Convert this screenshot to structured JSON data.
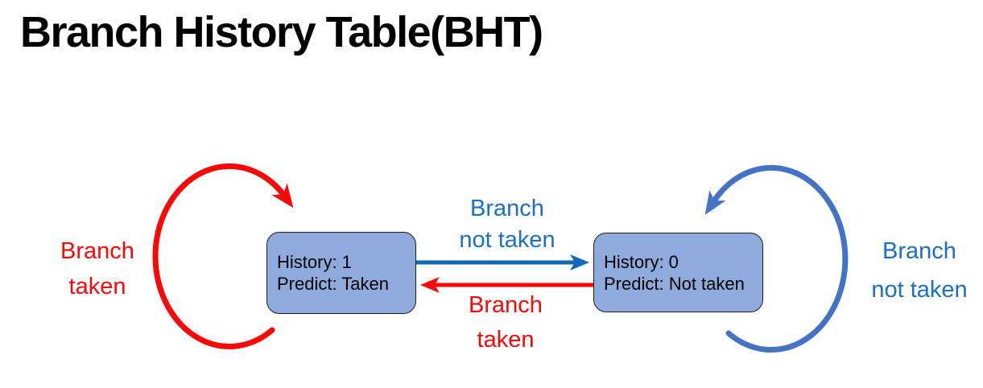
{
  "title": "Branch History Table(BHT)",
  "colors": {
    "background": "#FFFFFF",
    "title_text": "#000000",
    "state_fill": "#8FAADC",
    "state_border": "#1B1B1B",
    "state_text": "#000000",
    "red": "#FA0808",
    "loop_blue": "#4472C4",
    "straight_arrow_blue": "#1169B7",
    "label_blue": "#1B6FC6"
  },
  "states": [
    {
      "name": "predict-taken",
      "history": "History: 1",
      "predict": "Predict: Taken"
    },
    {
      "name": "predict-not-taken",
      "history": "History: 0",
      "predict": "Predict: Not taken"
    }
  ],
  "edges": {
    "left_self_loop": {
      "line1": "Branch",
      "line2": "taken"
    },
    "top_transition": {
      "line1": "Branch",
      "line2": "not taken"
    },
    "bottom_transition": {
      "line1": "Branch",
      "line2": "taken"
    },
    "right_self_loop": {
      "line1": "Branch",
      "line2": "not taken"
    }
  }
}
